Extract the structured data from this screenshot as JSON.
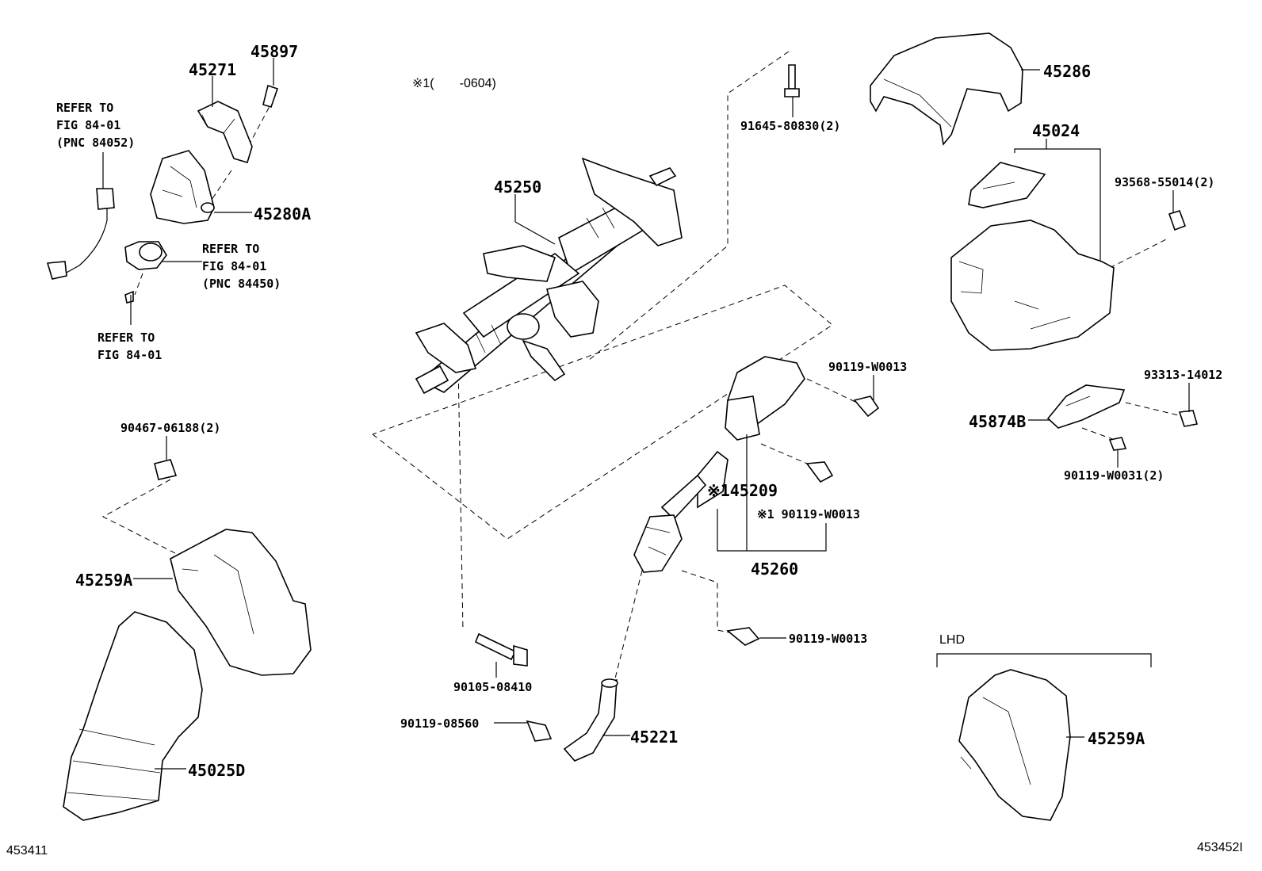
{
  "note_top": "※1(　　-0604)",
  "labels": {
    "p45271": "45271",
    "p45897": "45897",
    "refer1": "REFER TO\nFIG 84-01\n(PNC 84052)",
    "p45280A": "45280A",
    "refer2": "REFER TO\nFIG 84-01\n(PNC 84450)",
    "refer3": "REFER TO\nFIG 84-01",
    "p45250": "45250",
    "p91645": "91645-80830(2)",
    "p45286": "45286",
    "p45024": "45024",
    "p93568": "93568-55014(2)",
    "p90467": "90467-06188(2)",
    "p45259A_left": "45259A",
    "p45025D": "45025D",
    "p90119_w0013_a": "90119-W0013",
    "p145209": "※145209",
    "p90119_w0013_b": "※1 90119-W0013",
    "p45260": "45260",
    "p90119_w0013_c": "90119-W0013",
    "p90105": "90105-08410",
    "p90119_08560": "90119-08560",
    "p45221": "45221",
    "p93313": "93313-14012",
    "p45874B": "45874B",
    "p90119_w0031": "90119-W0031(2)",
    "lhd": "LHD",
    "p45259A_right": "45259A",
    "fig_left": "453411",
    "fig_right": "453452I"
  }
}
